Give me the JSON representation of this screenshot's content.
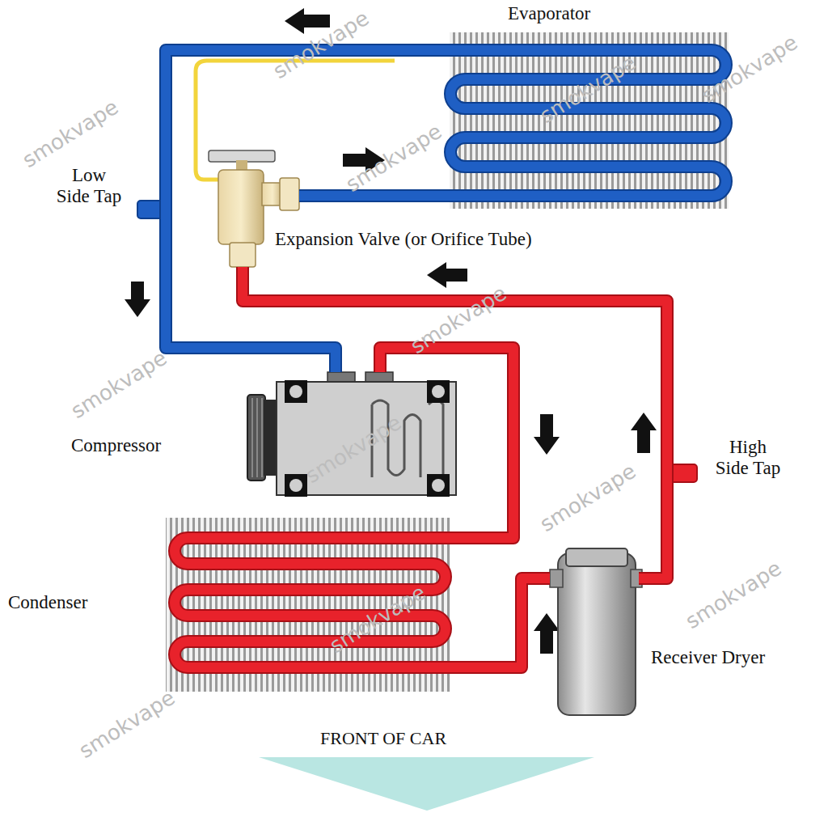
{
  "diagram": {
    "nodes": [
      {
        "text": [
          "Evaporator"
        ]
      },
      {
        "text": [
          "Expansion Valve (or Orifice Tube)"
        ]
      },
      {
        "text": [
          "Compressor"
        ]
      },
      {
        "text": [
          "Condenser"
        ]
      },
      {
        "text": [
          "Receiver Dryer"
        ]
      }
    ],
    "edges": [
      {
        "from": 0,
        "to": 2,
        "arrow": "none"
      },
      {
        "from": 2,
        "to": 3,
        "arrow": "none"
      },
      {
        "from": 3,
        "to": 4,
        "arrow": "none"
      },
      {
        "from": 4,
        "to": 1,
        "arrow": "none"
      },
      {
        "from": 1,
        "to": 0,
        "arrow": "none"
      }
    ],
    "labels": [
      "Low Side Tap",
      "High Side Tap",
      "FRONT OF CAR",
      "smokvape",
      "smokvape",
      "smokvape",
      "smokvape",
      "smokvape",
      "smokvape",
      "smokvape",
      "smokvape",
      "smokvape",
      "smokvape",
      "smokvape",
      "smokvape"
    ]
  }
}
